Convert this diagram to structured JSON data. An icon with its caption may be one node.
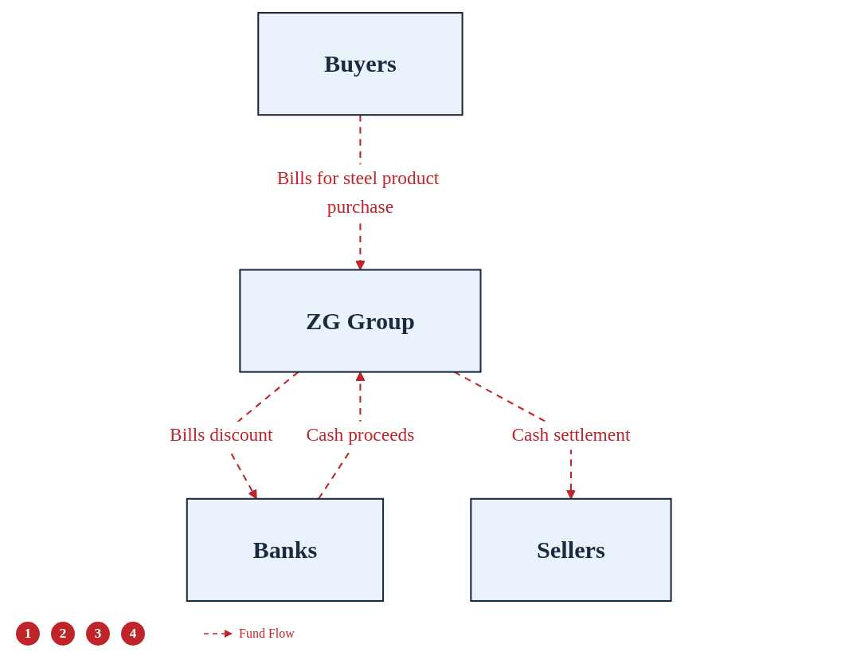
{
  "diagram": {
    "nodes": [
      {
        "text": [
          "ZG Group"
        ]
      },
      {
        "text": [
          "Buyers"
        ]
      },
      {
        "text": [
          "Banks"
        ]
      },
      {
        "text": [
          "Sellers"
        ]
      }
    ],
    "edges": [
      {
        "from": 1,
        "to": 0,
        "arrow": "to",
        "label": "Bills for steel product purchase",
        "style": "dashed"
      },
      {
        "from": 0,
        "to": 2,
        "arrow": "to",
        "label": "Bills discount",
        "style": "dashed"
      },
      {
        "from": 2,
        "to": 0,
        "arrow": "to",
        "label": "Cash proceeds",
        "style": "dashed"
      },
      {
        "from": 0,
        "to": 3,
        "arrow": "to",
        "label": "Cash settlement",
        "style": "dashed"
      }
    ],
    "labels": [
      "1",
      "2",
      "3",
      "4"
    ],
    "legend": [
      {
        "text": "Fund Flow"
      }
    ]
  }
}
